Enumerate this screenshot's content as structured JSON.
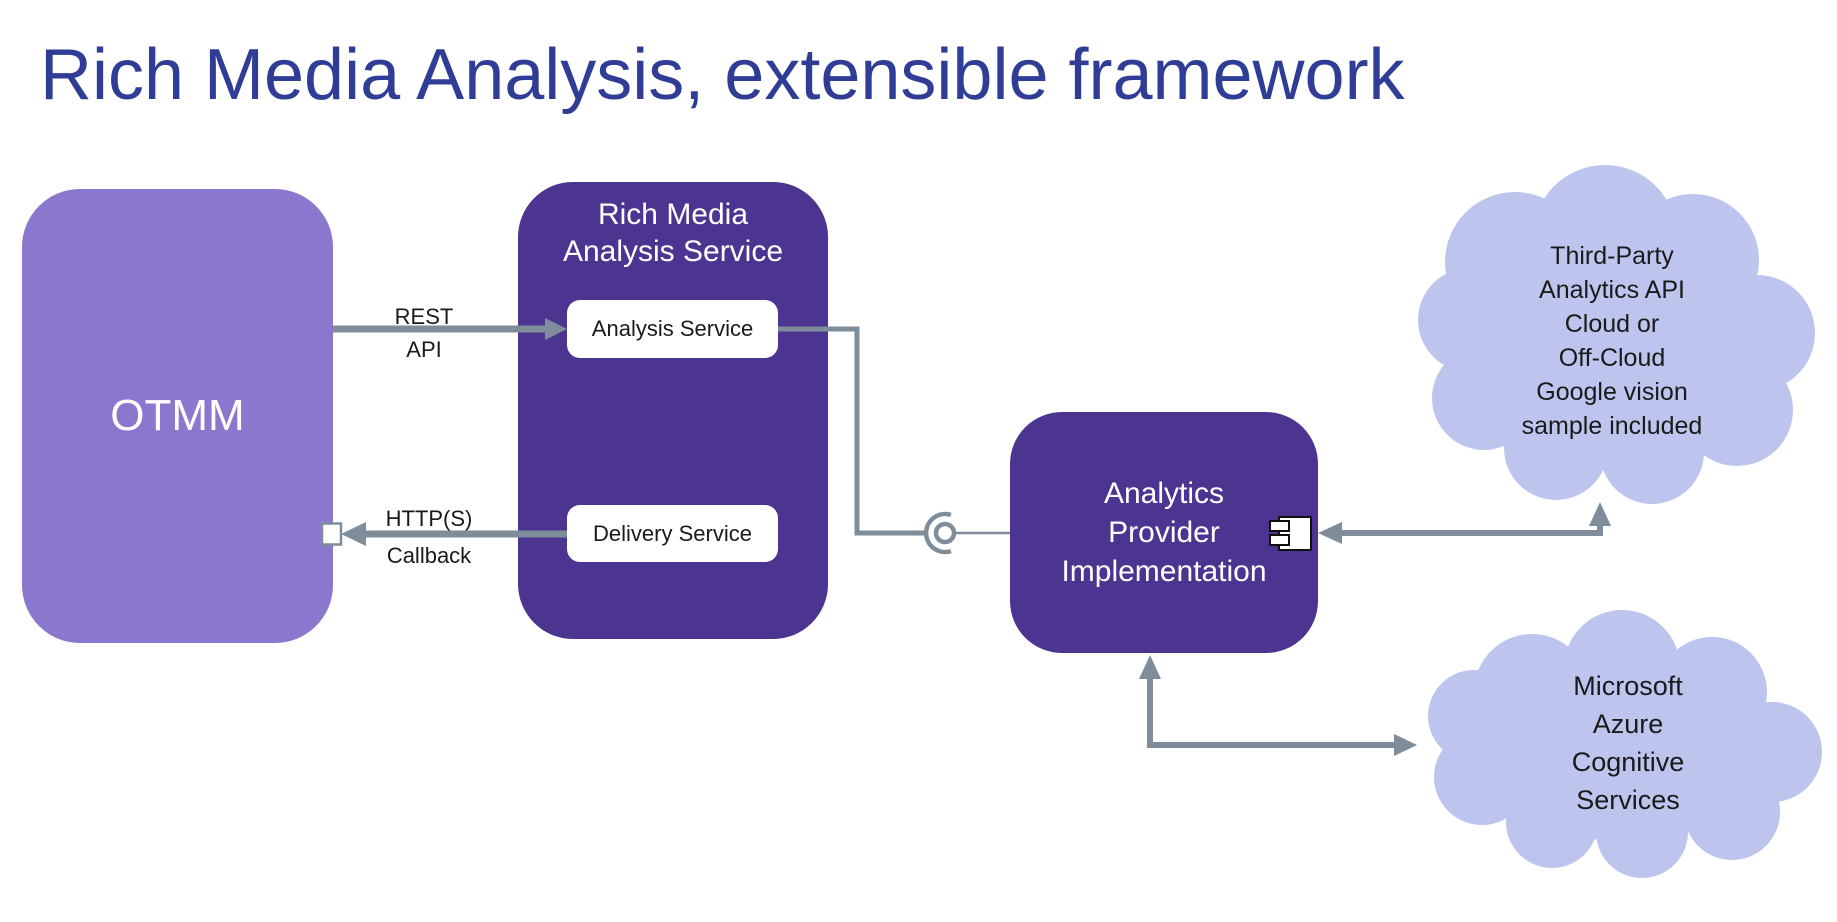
{
  "title": "Rich Media Analysis, extensible framework",
  "colors": {
    "title": "#2F3D96",
    "otmm_fill": "#8C77CF",
    "node_fill": "#4B3591",
    "cloud_fill": "#BDC5EF",
    "arrow": "#7E8D99",
    "label_text": "#1a1a1a"
  },
  "nodes": {
    "otmm": {
      "label": "OTMM"
    },
    "rich_media_service": {
      "title_lines": [
        "Rich Media",
        "Analysis Service"
      ],
      "analysis_service_label": "Analysis Service",
      "delivery_service_label": "Delivery Service"
    },
    "analytics_provider": {
      "lines": [
        "Analytics",
        "Provider",
        "Implementation"
      ]
    },
    "third_party_cloud": {
      "lines": [
        "Third-Party",
        "Analytics API",
        "Cloud or",
        "Off-Cloud",
        "Google vision",
        "sample included"
      ]
    },
    "azure_cloud": {
      "lines": [
        "Microsoft",
        "Azure",
        "Cognitive",
        "Services"
      ]
    }
  },
  "edges": {
    "rest_api": {
      "lines": [
        "REST",
        "API"
      ]
    },
    "http_callback": {
      "lines": [
        "HTTP(S)",
        "Callback"
      ]
    }
  },
  "icons": {
    "component": "uml-component-icon",
    "assembly_connector": "ball-and-socket-connector-icon",
    "callback_port": "port-square-icon"
  }
}
